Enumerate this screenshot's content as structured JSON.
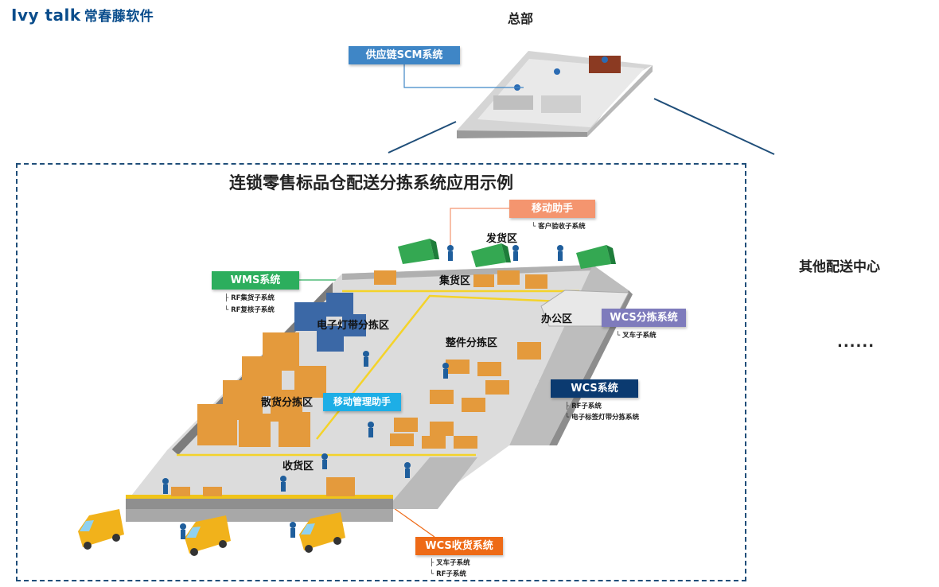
{
  "logo": {
    "brand": "Ivy talk",
    "cn_name": "常春藤软件"
  },
  "headquarters": {
    "title": "总部"
  },
  "main": {
    "title": "连锁零售标品仓配送分拣系统应用示例"
  },
  "other": {
    "title": "其他配送中心",
    "ellipsis": "......"
  },
  "systems": {
    "scm": {
      "label": "供应链SCM系统"
    },
    "mobile": {
      "label": "移动助手",
      "subs": [
        "客户验收子系统"
      ]
    },
    "wms": {
      "label": "WMS系统",
      "subs": [
        "RF集货子系统",
        "RF复核子系统"
      ]
    },
    "wcs_sort": {
      "label": "WCS分拣系统",
      "subs": [
        "叉车子系统"
      ]
    },
    "wcs": {
      "label": "WCS系统",
      "subs": [
        "RF子系统",
        "电子标签灯带分拣系统"
      ]
    },
    "mobile_mgmt": {
      "label": "移动管理助手"
    },
    "wcs_recv": {
      "label": "WCS收货系统",
      "subs": [
        "叉车子系统",
        "RF子系统"
      ]
    }
  },
  "zones": {
    "shipping": "发货区",
    "consolidation": "集货区",
    "office": "办公区",
    "light_strip": "电子灯带分拣区",
    "whole_piece": "整件分拣区",
    "bulk": "散货分拣区",
    "receiving": "收货区"
  },
  "colors": {
    "scm": "#3f86c6",
    "mobile": "#f4956f",
    "wms": "#2cae5d",
    "wcs_sort": "#7e7bbc",
    "wcs": "#0b3a70",
    "mobile_mgmt": "#1daee6",
    "wcs_recv": "#ee6a16",
    "frame": "#1f4e79"
  }
}
